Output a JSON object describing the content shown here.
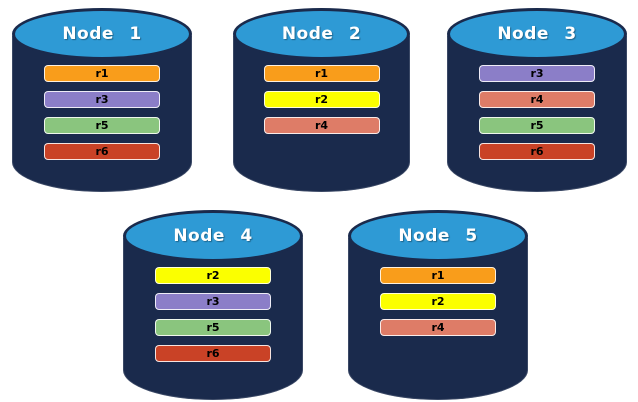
{
  "colors": {
    "cylinder_body": "#1A2A4C",
    "cylinder_top": "#2E9AD5",
    "replicas": {
      "r1": "#F99D1B",
      "r2": "#FBFF00",
      "r3": "#8B7EC8",
      "r4": "#DE7C67",
      "r5": "#8AC57E",
      "r6": "#C94226"
    }
  },
  "nodes": [
    {
      "label": "Node 1",
      "replicas": [
        "r1",
        "r3",
        "r5",
        "r6"
      ]
    },
    {
      "label": "Node 2",
      "replicas": [
        "r1",
        "r2",
        "r4"
      ]
    },
    {
      "label": "Node 3",
      "replicas": [
        "r3",
        "r4",
        "r5",
        "r6"
      ]
    },
    {
      "label": "Node 4",
      "replicas": [
        "r2",
        "r3",
        "r5",
        "r6"
      ]
    },
    {
      "label": "Node 5",
      "replicas": [
        "r1",
        "r2",
        "r4"
      ]
    }
  ]
}
